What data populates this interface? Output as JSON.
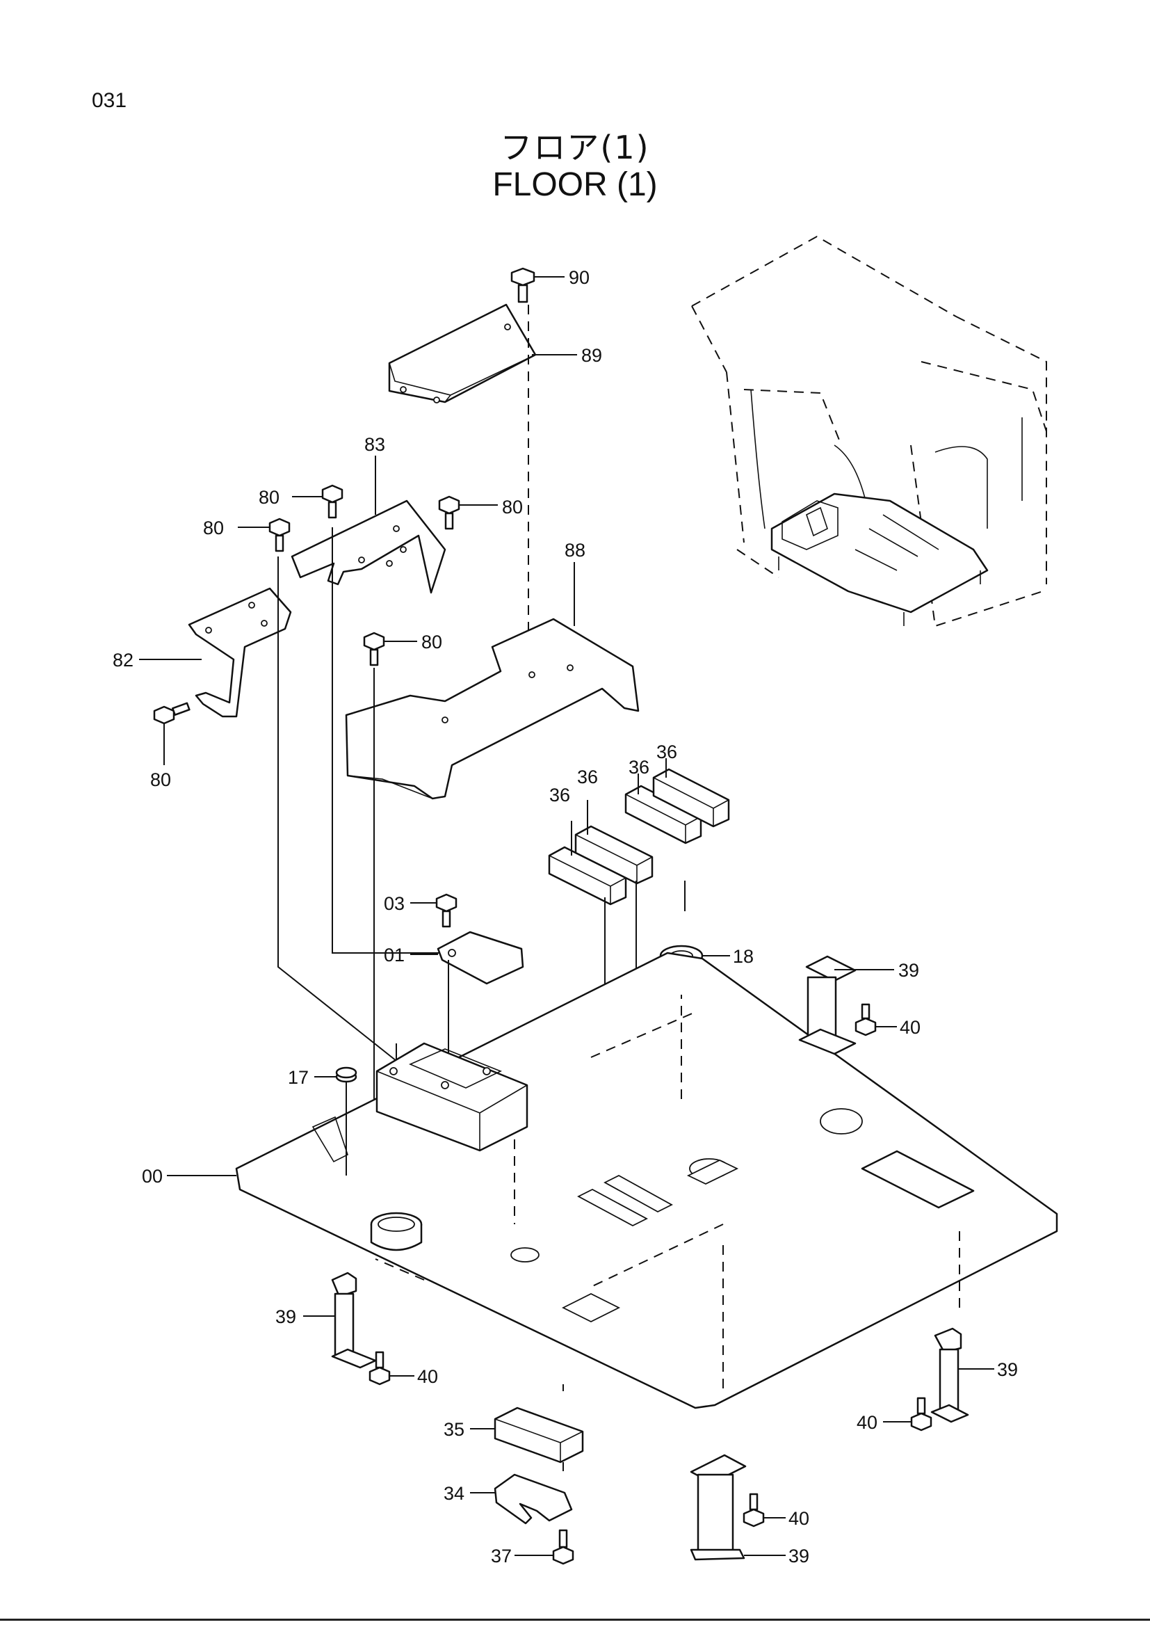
{
  "page_number": "031",
  "title_jp": "フロア(1)",
  "title_en": "FLOOR (1)",
  "callouts": {
    "c90": "90",
    "c89": "89",
    "c83": "83",
    "c80a": "80",
    "c80b": "80",
    "c80c": "80",
    "c80d": "80",
    "c80e": "80",
    "c82": "82",
    "c88": "88",
    "c36a": "36",
    "c36b": "36",
    "c36c": "36",
    "c36d": "36",
    "c03": "03",
    "c01": "01",
    "c18": "18",
    "c39a": "39",
    "c40a": "40",
    "c17": "17",
    "c00": "00",
    "c39b": "39",
    "c40b": "40",
    "c39c": "39",
    "c40c": "40",
    "c35": "35",
    "c34": "34",
    "c37": "37",
    "c40d": "40",
    "c39d": "39"
  }
}
